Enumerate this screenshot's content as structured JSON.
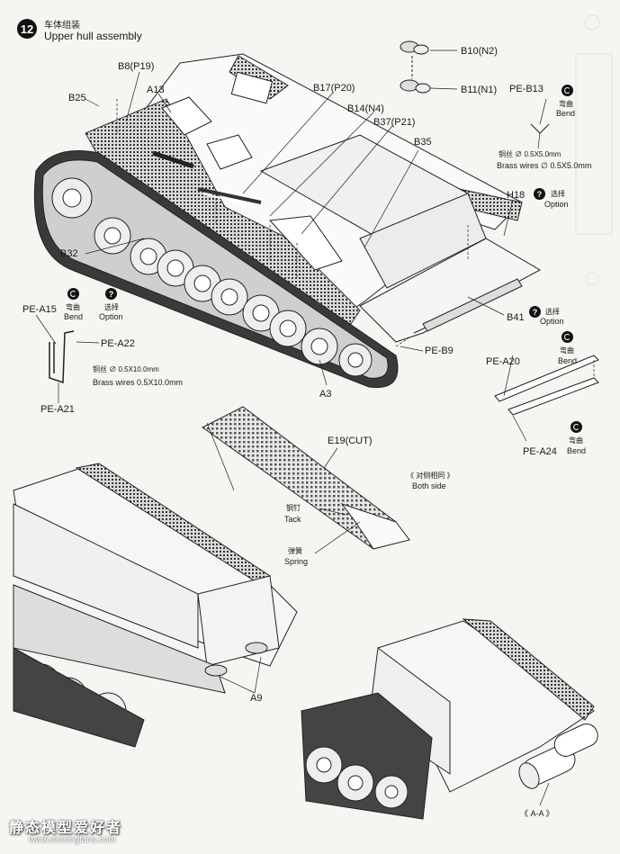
{
  "step": {
    "number": "12",
    "title_cn": "车体组装",
    "title_en": "Upper hull assembly"
  },
  "parts": {
    "b8": "B8(P19)",
    "b25": "B25",
    "a13": "A13",
    "b17": "B17(P20)",
    "b14": "B14(N4)",
    "b37": "B37(P21)",
    "b35": "B35",
    "b10": "B10(N2)",
    "b11": "B11(N1)",
    "pe_b13": "PE-B13",
    "h18": "H18",
    "b32": "B32",
    "b41": "B41",
    "pe_b9": "PE-B9",
    "a3": "A3",
    "pe_a15": "PE-A15",
    "pe_a22": "PE-A22",
    "pe_a21": "PE-A21",
    "pe_a20": "PE-A20",
    "pe_a24": "PE-A24",
    "e19": "E19(CUT)",
    "a9": "A9",
    "section": "《 A-A 》"
  },
  "notes": {
    "bend_cn": "弯曲",
    "bend_en": "Bend",
    "option_cn": "选择",
    "option_en": "Option",
    "brass1_cn": "铜丝 ∅ 0.5X5.0mm",
    "brass1_en": "Brass wires  ∅ 0.5X5.0mm",
    "brass2_cn": "铜丝 ∅ 0.5X10.0mm",
    "brass2_en": "Brass wires  0.5X10.0mm",
    "both_cn": "《 对侧相同 》",
    "both_en": "Both side",
    "tack_cn": "钢钉",
    "tack_en": "Tack",
    "spring_cn": "弹簧",
    "spring_en": "Spring"
  },
  "watermark": {
    "brand": "静态模型爱好者",
    "url": "www.moxingfans.com"
  }
}
